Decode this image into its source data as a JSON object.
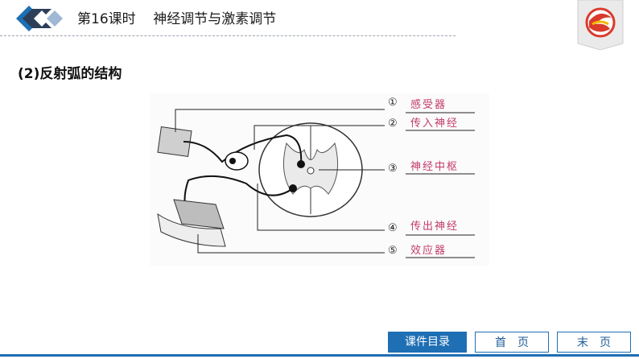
{
  "header": {
    "title": "第16课时    神经调节与激素调节"
  },
  "section": {
    "subheading": "(2)反射弧的结构"
  },
  "figure": {
    "labels": [
      {
        "num": "①",
        "text": "感受器"
      },
      {
        "num": "②",
        "text": "传入神经"
      },
      {
        "num": "③",
        "text": "神经中枢"
      },
      {
        "num": "④",
        "text": "传出神经"
      },
      {
        "num": "⑤",
        "text": "效应器"
      }
    ]
  },
  "nav": {
    "toc_label": "课件目录",
    "first_label": "首　页",
    "last_label": "末　页"
  },
  "colors": {
    "brand_blue": "#1e6fb4",
    "label_red": "#c23a6b"
  }
}
